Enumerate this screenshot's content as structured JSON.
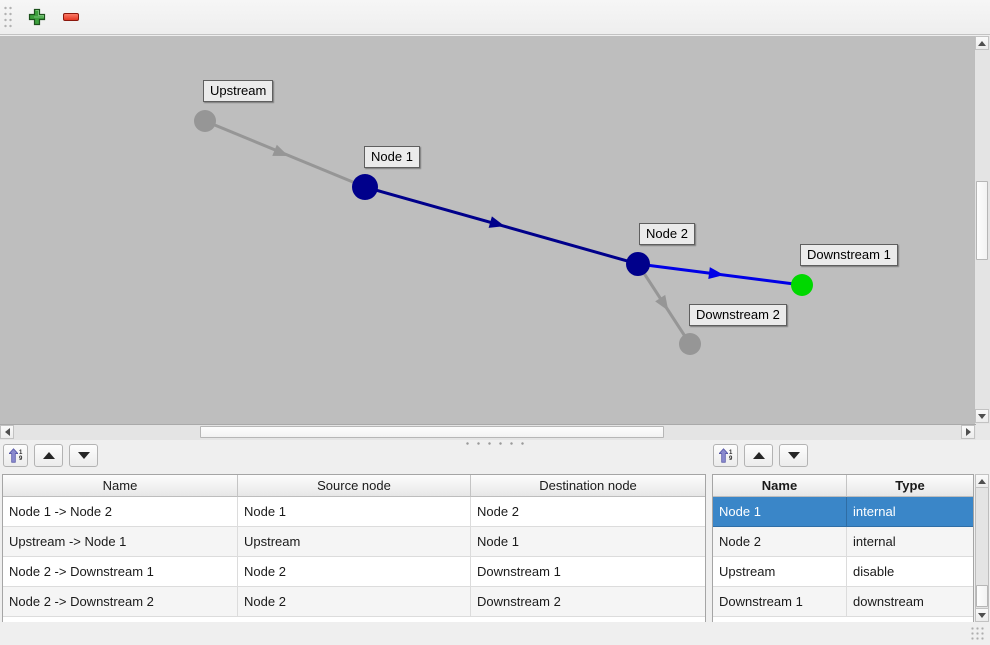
{
  "toolbar": {
    "icons": {
      "add": "green-plus-icon",
      "remove": "red-minus-icon"
    }
  },
  "graph": {
    "nodes": [
      {
        "label": "Upstream",
        "color": "#969696"
      },
      {
        "label": "Node 1",
        "color": "#00008b"
      },
      {
        "label": "Node 2",
        "color": "#00008b"
      },
      {
        "label": "Downstream 1",
        "color": "#00d800"
      },
      {
        "label": "Downstream 2",
        "color": "#969696"
      }
    ],
    "edges": [
      {
        "color": "#969696"
      },
      {
        "color": "#00008b"
      },
      {
        "color": "#0000e6"
      },
      {
        "color": "#969696"
      }
    ]
  },
  "sort_icon": {
    "top_char": "1",
    "bottom_char": "9"
  },
  "edges_table": {
    "headers": {
      "name": "Name",
      "source": "Source node",
      "destination": "Destination node"
    },
    "rows": [
      {
        "name": "Node 1 -> Node 2",
        "source": "Node 1",
        "destination": "Node 2"
      },
      {
        "name": "Upstream -> Node 1",
        "source": "Upstream",
        "destination": "Node 1"
      },
      {
        "name": "Node 2 -> Downstream 1",
        "source": "Node 2",
        "destination": "Downstream 1"
      },
      {
        "name": "Node 2 -> Downstream 2",
        "source": "Node 2",
        "destination": "Downstream 2"
      }
    ]
  },
  "nodes_table": {
    "headers": {
      "name": "Name",
      "type": "Type"
    },
    "rows": [
      {
        "name": "Node 1",
        "type": "internal",
        "selected": true
      },
      {
        "name": "Node 2",
        "type": "internal",
        "selected": false
      },
      {
        "name": "Upstream",
        "type": "disable",
        "selected": false
      },
      {
        "name": "Downstream 1",
        "type": "downstream",
        "selected": false
      }
    ],
    "selection_color": "#3a86c8"
  },
  "colors": {
    "canvas_bg": "#bebebe",
    "node_internal": "#00008b",
    "node_downstream": "#00d800",
    "node_disabled": "#969696",
    "edge_active_blue": "#0000e6",
    "selection": "#3a86c8"
  }
}
